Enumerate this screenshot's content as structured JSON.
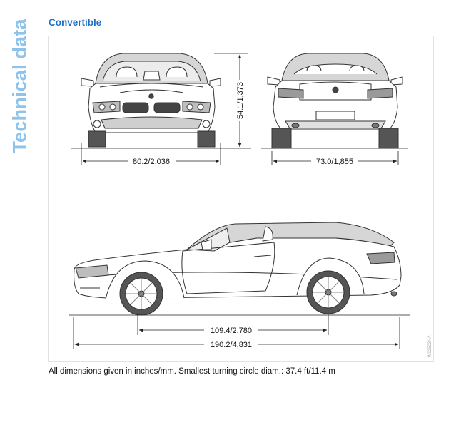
{
  "page": {
    "side_title": "Technical data",
    "section_heading": "Convertible",
    "caption": "All dimensions given in inches/mm. Smallest turning circle diam.: 37.4 ft/11.4 m",
    "accent_color": "#1b70c4",
    "side_title_color": "#8ec3ec"
  },
  "figure": {
    "front_width": "80.2/2,036",
    "rear_track": "73.0/1,855",
    "height": "54.1/1,373",
    "wheelbase": "109.4/2,780",
    "length": "190.2/4,831",
    "serial": "W02503NA"
  }
}
